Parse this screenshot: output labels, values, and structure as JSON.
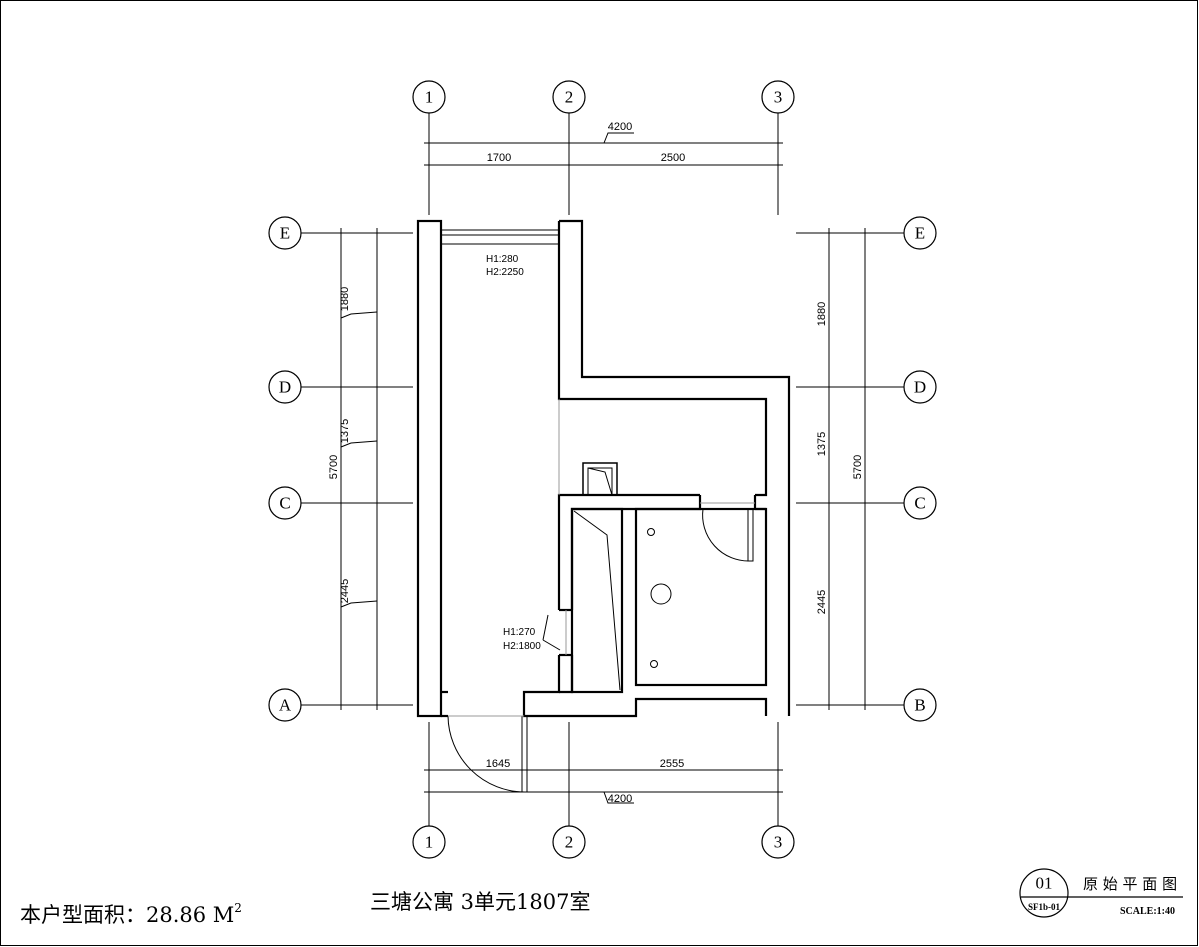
{
  "axes": {
    "columns": [
      "1",
      "2",
      "3"
    ],
    "rows_left": [
      "E",
      "D",
      "C",
      "A"
    ],
    "rows_right": [
      "E",
      "D",
      "C",
      "B"
    ]
  },
  "dimensions": {
    "top_total": "4200",
    "top_segments": [
      "1700",
      "2500"
    ],
    "bottom_total": "4200",
    "bottom_segments": [
      "1645",
      "2555"
    ],
    "left_total": "5700",
    "left_segments": [
      "1880",
      "1375",
      "2445"
    ],
    "right_total": "5700",
    "right_segments": [
      "1880",
      "1375",
      "2445"
    ]
  },
  "notes": {
    "window_top": [
      "H1:280",
      "H2:2250"
    ],
    "window_side": [
      "H1:270",
      "H2:1800"
    ]
  },
  "footer": {
    "area_label": "本户型面积：28.86 M",
    "area_sup": "2",
    "unit_title": "三塘公寓  3单元1807室"
  },
  "title_block": {
    "number": "01",
    "code": "SF1b-01",
    "name": "原 始 平 面 图",
    "scale": "SCALE:1:40"
  }
}
